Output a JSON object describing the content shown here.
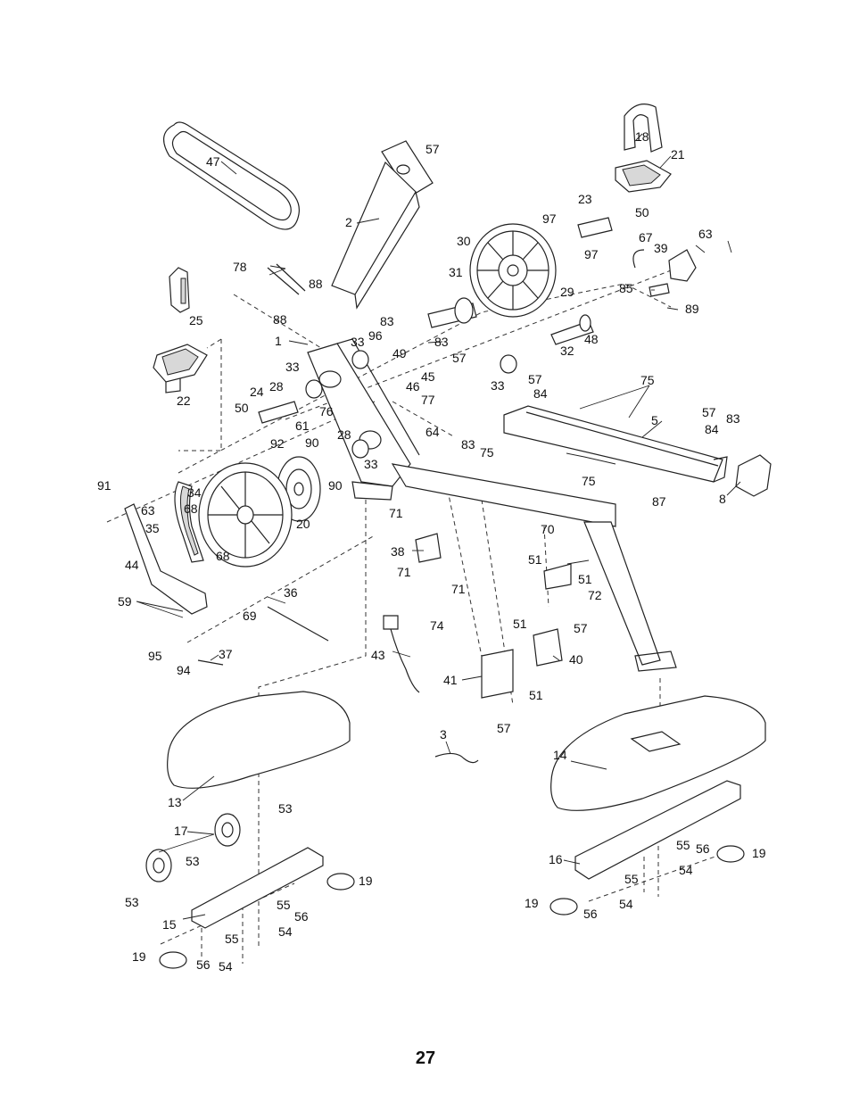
{
  "page_number": "27",
  "callouts": {
    "c1": "1",
    "c2": "2",
    "c3": "3",
    "c5": "5",
    "c8": "8",
    "c13": "13",
    "c14": "14",
    "c15": "15",
    "c16": "16",
    "c17": "17",
    "c18": "18",
    "c19a": "19",
    "c19b": "19",
    "c19c": "19",
    "c19d": "19",
    "c20": "20",
    "c21": "21",
    "c22": "22",
    "c23": "23",
    "c24": "24",
    "c25": "25",
    "c28a": "28",
    "c28b": "28",
    "c29": "29",
    "c30": "30",
    "c31": "31",
    "c32": "32",
    "c33a": "33",
    "c33b": "33",
    "c33c": "33",
    "c33d": "33",
    "c34": "34",
    "c35": "35",
    "c36": "36",
    "c37": "37",
    "c38": "38",
    "c39": "39",
    "c40": "40",
    "c41": "41",
    "c43": "43",
    "c44": "44",
    "c45": "45",
    "c46": "46",
    "c47": "47",
    "c48": "48",
    "c49": "49",
    "c50a": "50",
    "c50b": "50",
    "c51a": "51",
    "c51b": "51",
    "c51c": "51",
    "c51d": "51",
    "c53a": "53",
    "c53b": "53",
    "c53c": "53",
    "c54a": "54",
    "c54b": "54",
    "c54c": "54",
    "c54d": "54",
    "c55a": "55",
    "c55b": "55",
    "c55c": "55",
    "c55d": "55",
    "c56a": "56",
    "c56b": "56",
    "c56c": "56",
    "c56d": "56",
    "c57a": "57",
    "c57b": "57",
    "c57c": "57",
    "c57d": "57",
    "c57e": "57",
    "c57f": "57",
    "c59": "59",
    "c61": "61",
    "c63a": "63",
    "c63b": "63",
    "c64": "64",
    "c67": "67",
    "c68a": "68",
    "c68b": "68",
    "c69": "69",
    "c70": "70",
    "c71a": "71",
    "c71b": "71",
    "c71c": "71",
    "c72": "72",
    "c74": "74",
    "c75a": "75",
    "c75b": "75",
    "c75c": "75",
    "c76": "76",
    "c77": "77",
    "c78": "78",
    "c83a": "83",
    "c83b": "83",
    "c83c": "83",
    "c83d": "83",
    "c84a": "84",
    "c84b": "84",
    "c85": "85",
    "c87": "87",
    "c88a": "88",
    "c88b": "88",
    "c89": "89",
    "c90a": "90",
    "c90b": "90",
    "c91": "91",
    "c92": "92",
    "c94": "94",
    "c95": "95",
    "c96": "96",
    "c97a": "97",
    "c97b": "97"
  }
}
